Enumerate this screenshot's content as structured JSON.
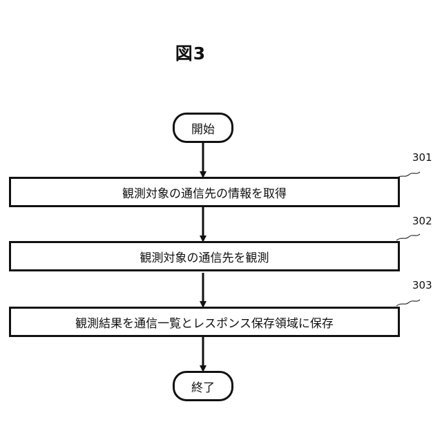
{
  "figure": {
    "title": "図3"
  },
  "start": {
    "label": "開始"
  },
  "end": {
    "label": "終了"
  },
  "steps": [
    {
      "ref": "301",
      "label": "観測対象の通信先の情報を取得"
    },
    {
      "ref": "302",
      "label": "観測対象の通信先を観測"
    },
    {
      "ref": "303",
      "label": "観測結果を通信一覧とレスポンス保存領域に保存"
    }
  ]
}
